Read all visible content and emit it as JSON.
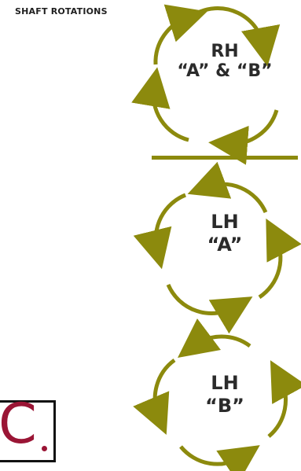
{
  "title": "SHAFT ROTATIONS",
  "circles": [
    {
      "line1": "RH",
      "line2": "“A” & “B”"
    },
    {
      "line1": "LH",
      "line2": "“A”"
    },
    {
      "line1": "LH",
      "line2": "“B”"
    }
  ],
  "logo": {
    "letter": "C"
  },
  "colors": {
    "olive": "#8c8a0d",
    "logo_red": "#9a1535"
  }
}
